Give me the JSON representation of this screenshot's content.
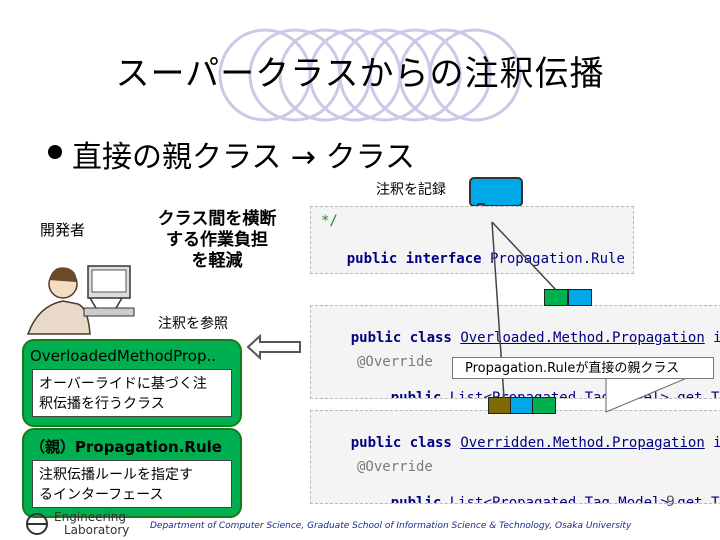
{
  "slide": {
    "title": "スーパークラスからの注釈伝播",
    "bullet": "直接の親クラス → クラス",
    "record_label": "注釈を記録",
    "developer_label": "開発者",
    "burden_text": "クラス間を横断\nする作業負担\nを軽減",
    "reference_label": "注釈を参照",
    "box1": {
      "title": "OverloadedMethodProp..",
      "desc": "オーバーライドに基づく注\n釈伝播を行うクラス"
    },
    "box2": {
      "title": "（親）Propagation.Rule",
      "desc": "注釈伝播ルールを指定す\nるインターフェース"
    },
    "code1": {
      "line1": "*/",
      "line2_kw": "public interface",
      "line2_name": " Propagation.Rule {"
    },
    "code2": {
      "line1_kw": "public class",
      "line1_name": "Overloaded.Method.Propagation",
      "line1_rest": " im",
      "line2": "@Override",
      "line3_kw": "public",
      "line3_rest": " List<Propagated.Tag.Model> get.Tag"
    },
    "code3": {
      "line1_kw": "public class",
      "line1_name": "Overridden.Method.Propagation",
      "line1_rest": " im",
      "line2": "@Override",
      "line3_kw": "public",
      "line3_rest": " List<Propagated.Tag.Model> get.Tag"
    },
    "callout": "Propagation.Ruleが直接の親クラス",
    "page_number": "9",
    "footer": "Department of Computer Science, Graduate School of Information Science & Technology, Osaka University",
    "logo_line1": "Engineering",
    "logo_line2": "Laboratory",
    "colors": {
      "green": "#00b050",
      "blue": "#00a8e8",
      "olive": "#7f6a00",
      "code": "#000080"
    }
  }
}
